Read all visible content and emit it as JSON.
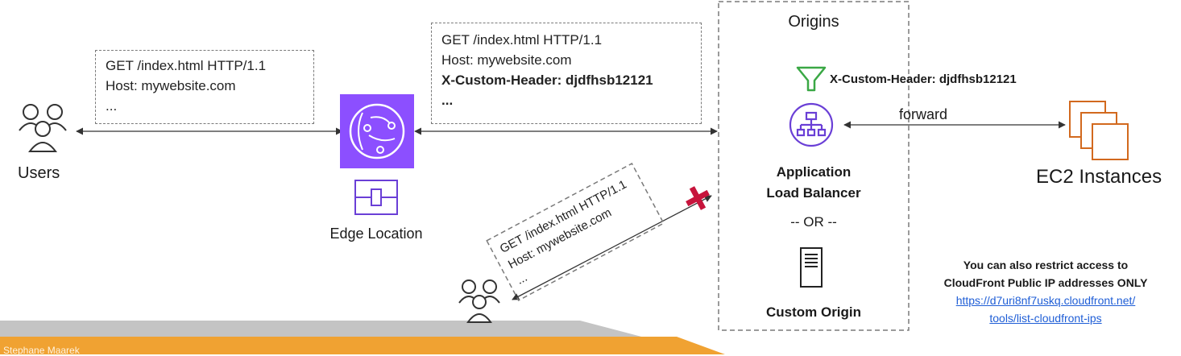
{
  "users": {
    "label": "Users"
  },
  "request_left": {
    "lines": [
      "GET /index.html HTTP/1.1",
      "Host: mywebsite.com",
      "..."
    ]
  },
  "edge": {
    "label": "Edge Location"
  },
  "request_right": {
    "lines": [
      "GET /index.html HTTP/1.1",
      "Host: mywebsite.com",
      "X-Custom-Header: djdfhsb12121",
      "..."
    ]
  },
  "request_direct": {
    "lines": [
      "GET /index.html HTTP/1.1",
      "Host: mywebsite.com",
      "..."
    ]
  },
  "origins": {
    "title": "Origins",
    "filter_header": "X-Custom-Header: djdfhsb12121",
    "alb_line1": "Application",
    "alb_line2": "Load Balancer",
    "or_text": "-- OR --",
    "custom_origin": "Custom Origin"
  },
  "forward_label": "forward",
  "ec2": {
    "label": "EC2 Instances"
  },
  "note": {
    "line1": "You can also restrict access to",
    "line2": "CloudFront Public IP addresses ONLY",
    "link1": "https://d7uri8nf7uskq.cloudfront.net/",
    "link2": "tools/list-cloudfront-ips"
  },
  "footer": {
    "author": "Stephane Maarek"
  },
  "colors": {
    "cloudfront_purple": "#8c4fff",
    "alb_purple": "#6a3fd6",
    "ec2_orange": "#d2691e",
    "filter_green": "#3aa845",
    "cross_red": "#c7143c",
    "footer_orange": "#f0a030",
    "footer_gray": "#bdbdbd",
    "link_blue": "#1f5ed6"
  }
}
